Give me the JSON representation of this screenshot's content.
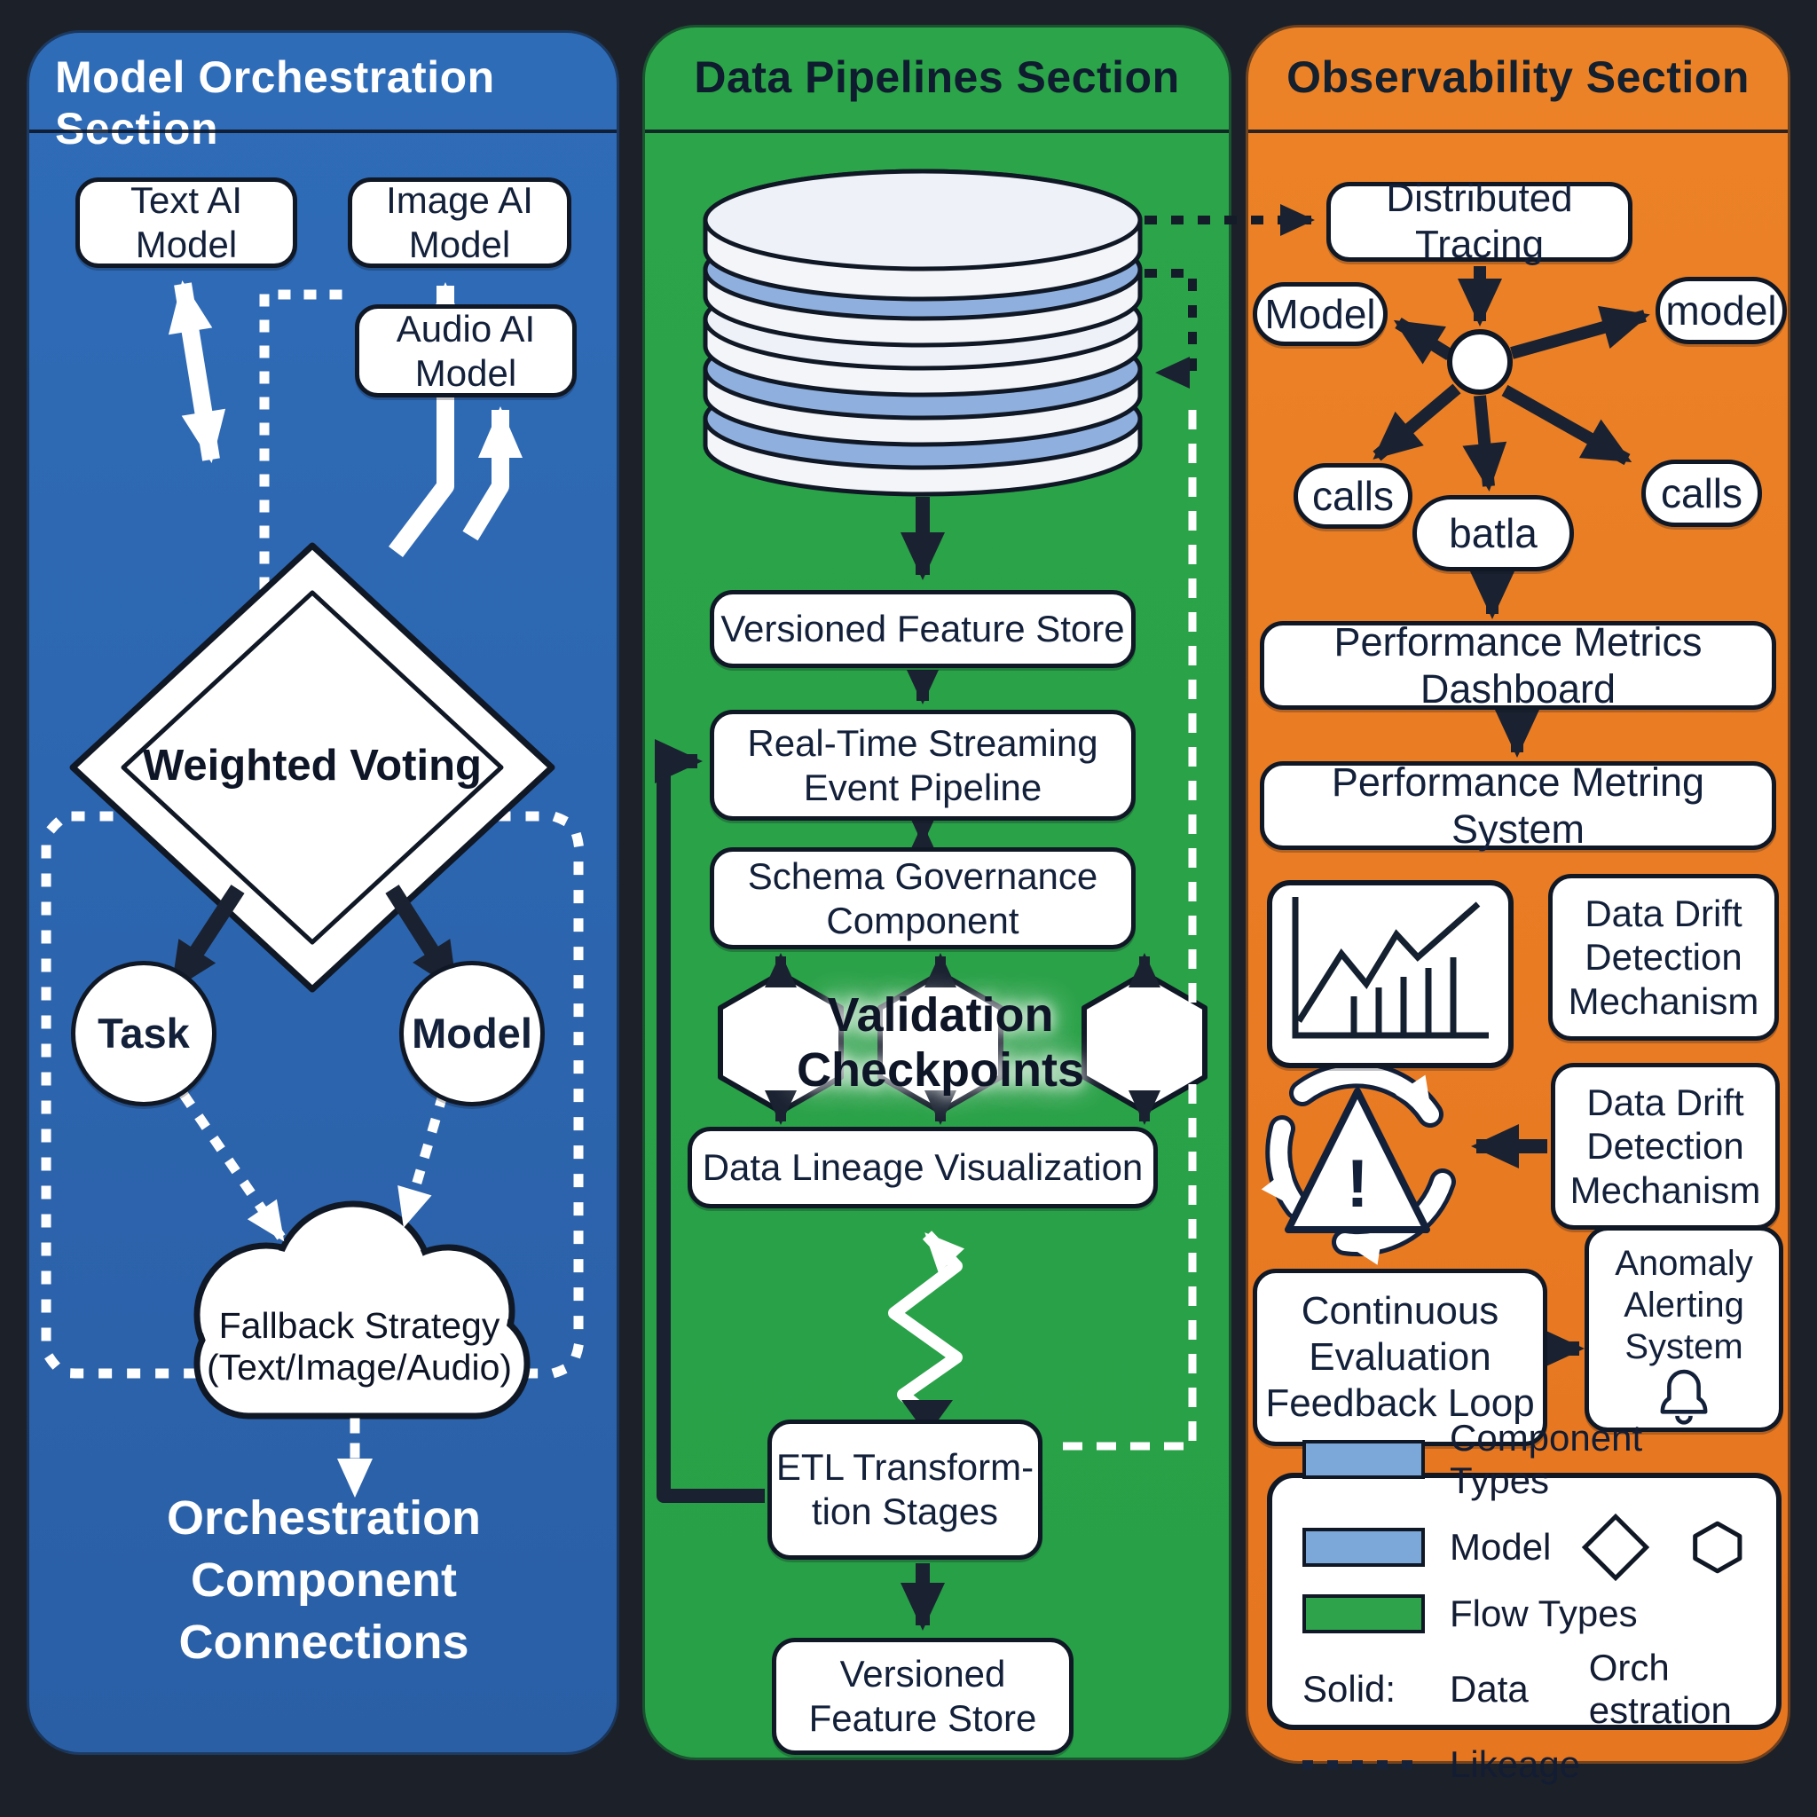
{
  "page": {
    "background": "#1c2129"
  },
  "colors": {
    "orchestration_panel": "#2c67b2",
    "pipelines_panel": "#2aa348",
    "observability_panel": "#e87b24",
    "node_fill": "#ffffff",
    "node_border": "#101826",
    "arrow_dark": "#1a2231",
    "db_disk_blue": "#8fb0de",
    "db_disk_white": "#eef2f8",
    "legend_blue": "#7ba7d9",
    "legend_green": "#2ea34b"
  },
  "orchestration": {
    "title": "Model Orchestration Section",
    "text_ai": "Text AI\nModel",
    "image_ai": "Image AI\nModel",
    "audio_ai": "Audio AI\nModel",
    "weighted_voting": "Weighted Voting",
    "task": "Task",
    "model": "Model",
    "fallback": "Fallback Strategy\n(Text/Image/Audio)",
    "footer": "Orchestration Component\nConnections"
  },
  "pipelines": {
    "title": "Data Pipelines Section",
    "feature_store_top": "Versioned Feature Store",
    "streaming": "Real-Time Streaming\nEvent Pipeline",
    "schema": "Schema Governance\nComponent",
    "validation": "Validation Checkpoints",
    "lineage": "Data Lineage Visualization",
    "etl": "ETL Transform-\ntion Stages",
    "feature_store_bottom": "Versioned\nFeature Store"
  },
  "observability": {
    "title": "Observability Section",
    "distributed_tracing": "Distributed Tracing",
    "pill_model": "Model",
    "pill_model_lower": "model",
    "pill_calls_left": "calls",
    "pill_batla": "batla",
    "pill_calls_right": "calls",
    "metrics_dashboard": "Performance Metrics Dashboard",
    "metring_system": "Performance Metring System",
    "drift_1": "Data Drift\nDetection\nMechanism",
    "drift_2": "Data Drift\nDetection\nMechanism",
    "continuous": "Continuous\nEvaluation\nFeedback Loop",
    "anomaly": "Anomaly\nAlerting System",
    "warning_glyph": "!"
  },
  "legend": {
    "component_types": "Component Types",
    "model": "Model",
    "flow_types": "Flow Types",
    "solid_label": "Solid:",
    "solid_data": "Data",
    "solid_orch": "Orch estration",
    "dotted_label": "Likeage"
  }
}
